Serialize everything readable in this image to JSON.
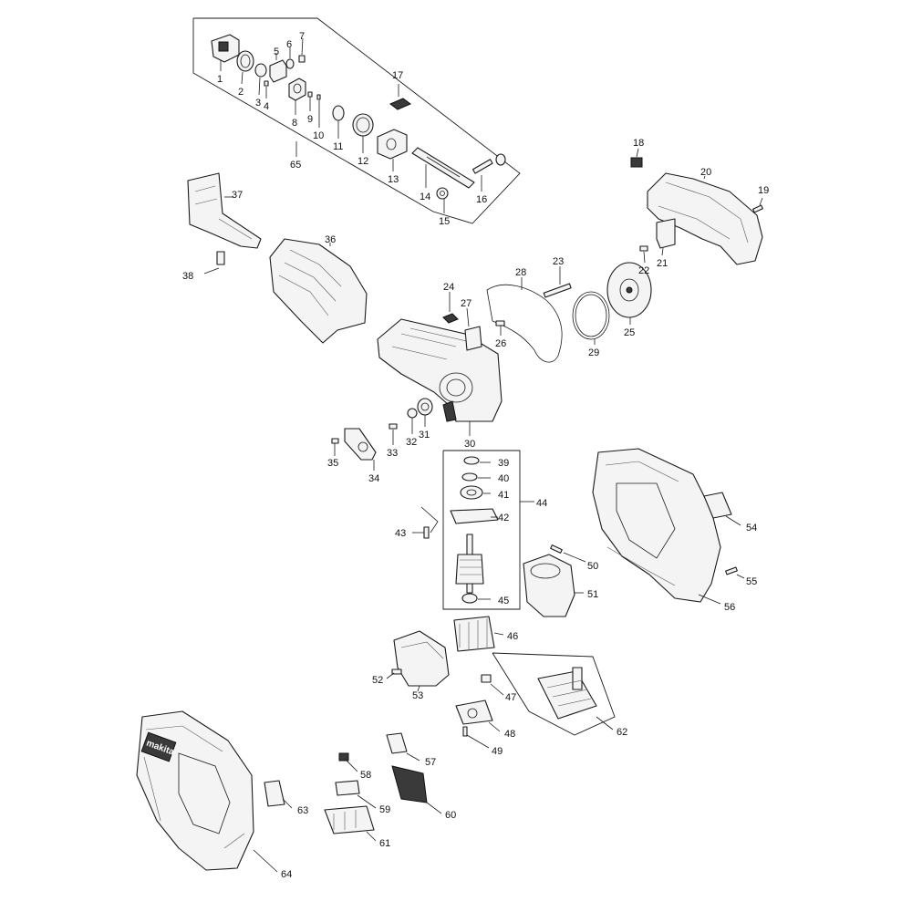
{
  "callouts": [
    "1",
    "2",
    "3",
    "4",
    "5",
    "6",
    "7",
    "8",
    "9",
    "10",
    "11",
    "12",
    "13",
    "14",
    "15",
    "16",
    "17",
    "18",
    "19",
    "20",
    "21",
    "22",
    "23",
    "24",
    "25",
    "26",
    "27",
    "28",
    "29",
    "30",
    "31",
    "32",
    "33",
    "34",
    "35",
    "36",
    "37",
    "38",
    "39",
    "40",
    "41",
    "42",
    "43",
    "44",
    "45",
    "46",
    "47",
    "48",
    "49",
    "50",
    "51",
    "52",
    "53",
    "54",
    "55",
    "56",
    "57",
    "58",
    "59",
    "60",
    "61",
    "62",
    "63",
    "64",
    "65"
  ],
  "housing_logo": "makita"
}
